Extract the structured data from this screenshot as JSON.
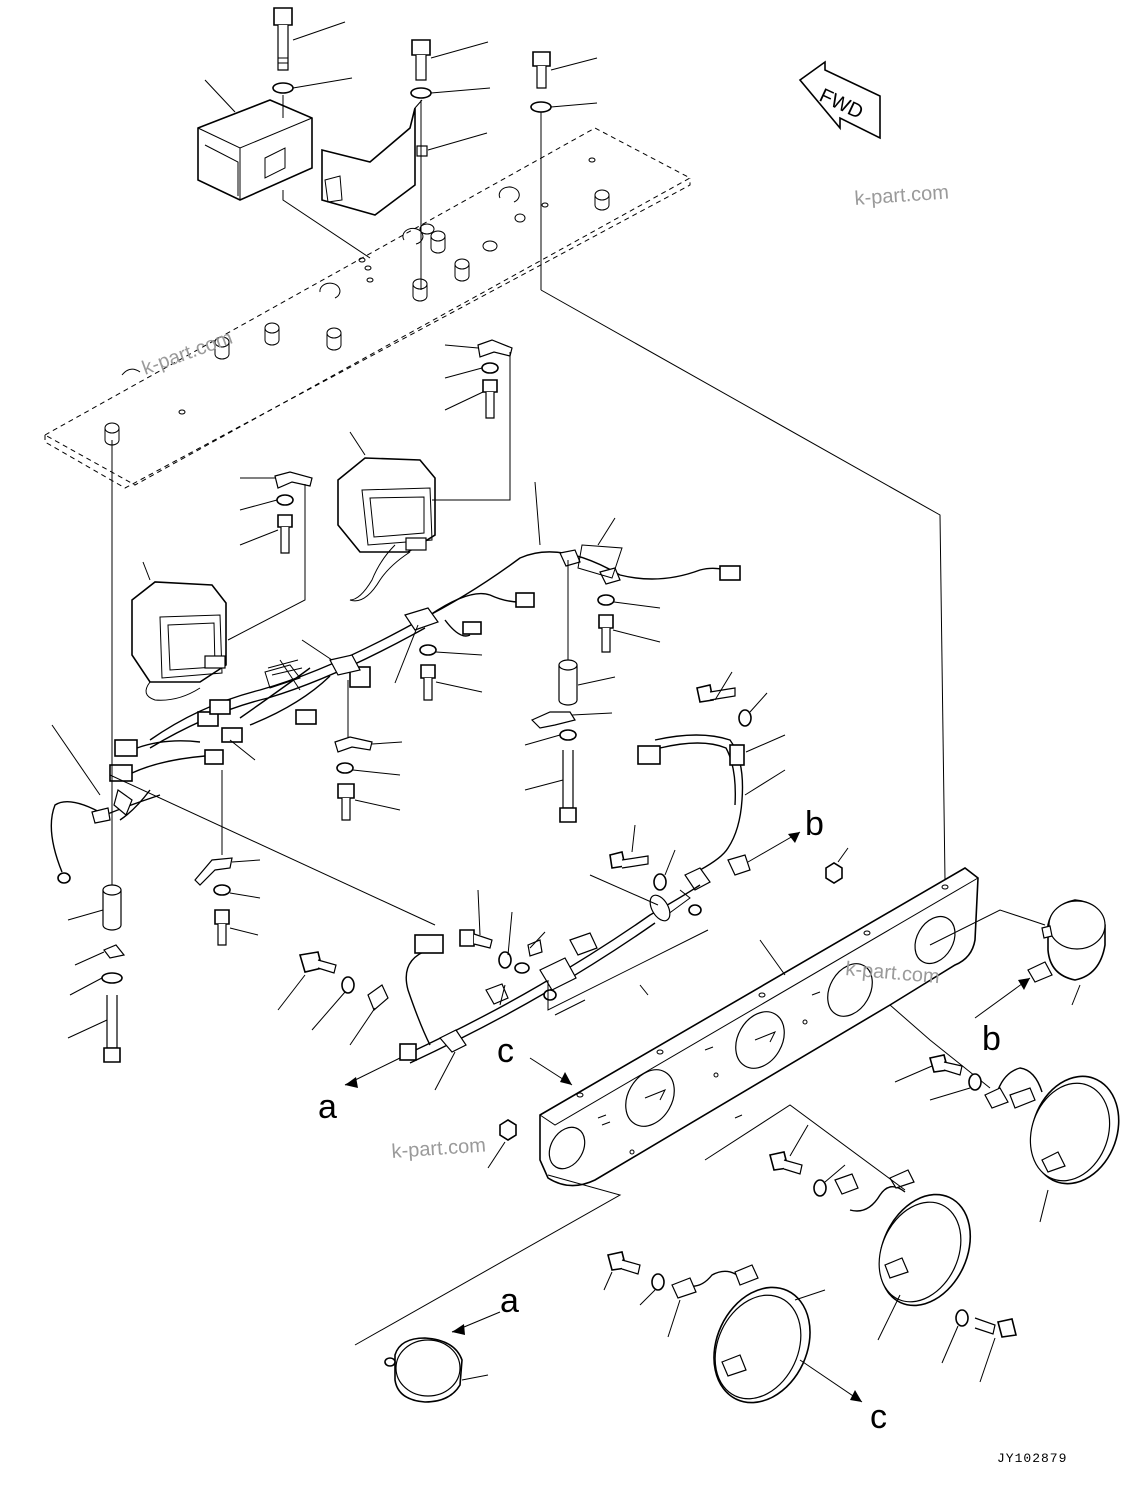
{
  "diagram": {
    "direction_tag": "FWD",
    "callouts": [
      "a",
      "b",
      "c"
    ],
    "watermarks": [
      "k-part.com",
      "k-part.com",
      "k-part.com",
      "k-part.com"
    ],
    "reference_code": "JY102879"
  }
}
